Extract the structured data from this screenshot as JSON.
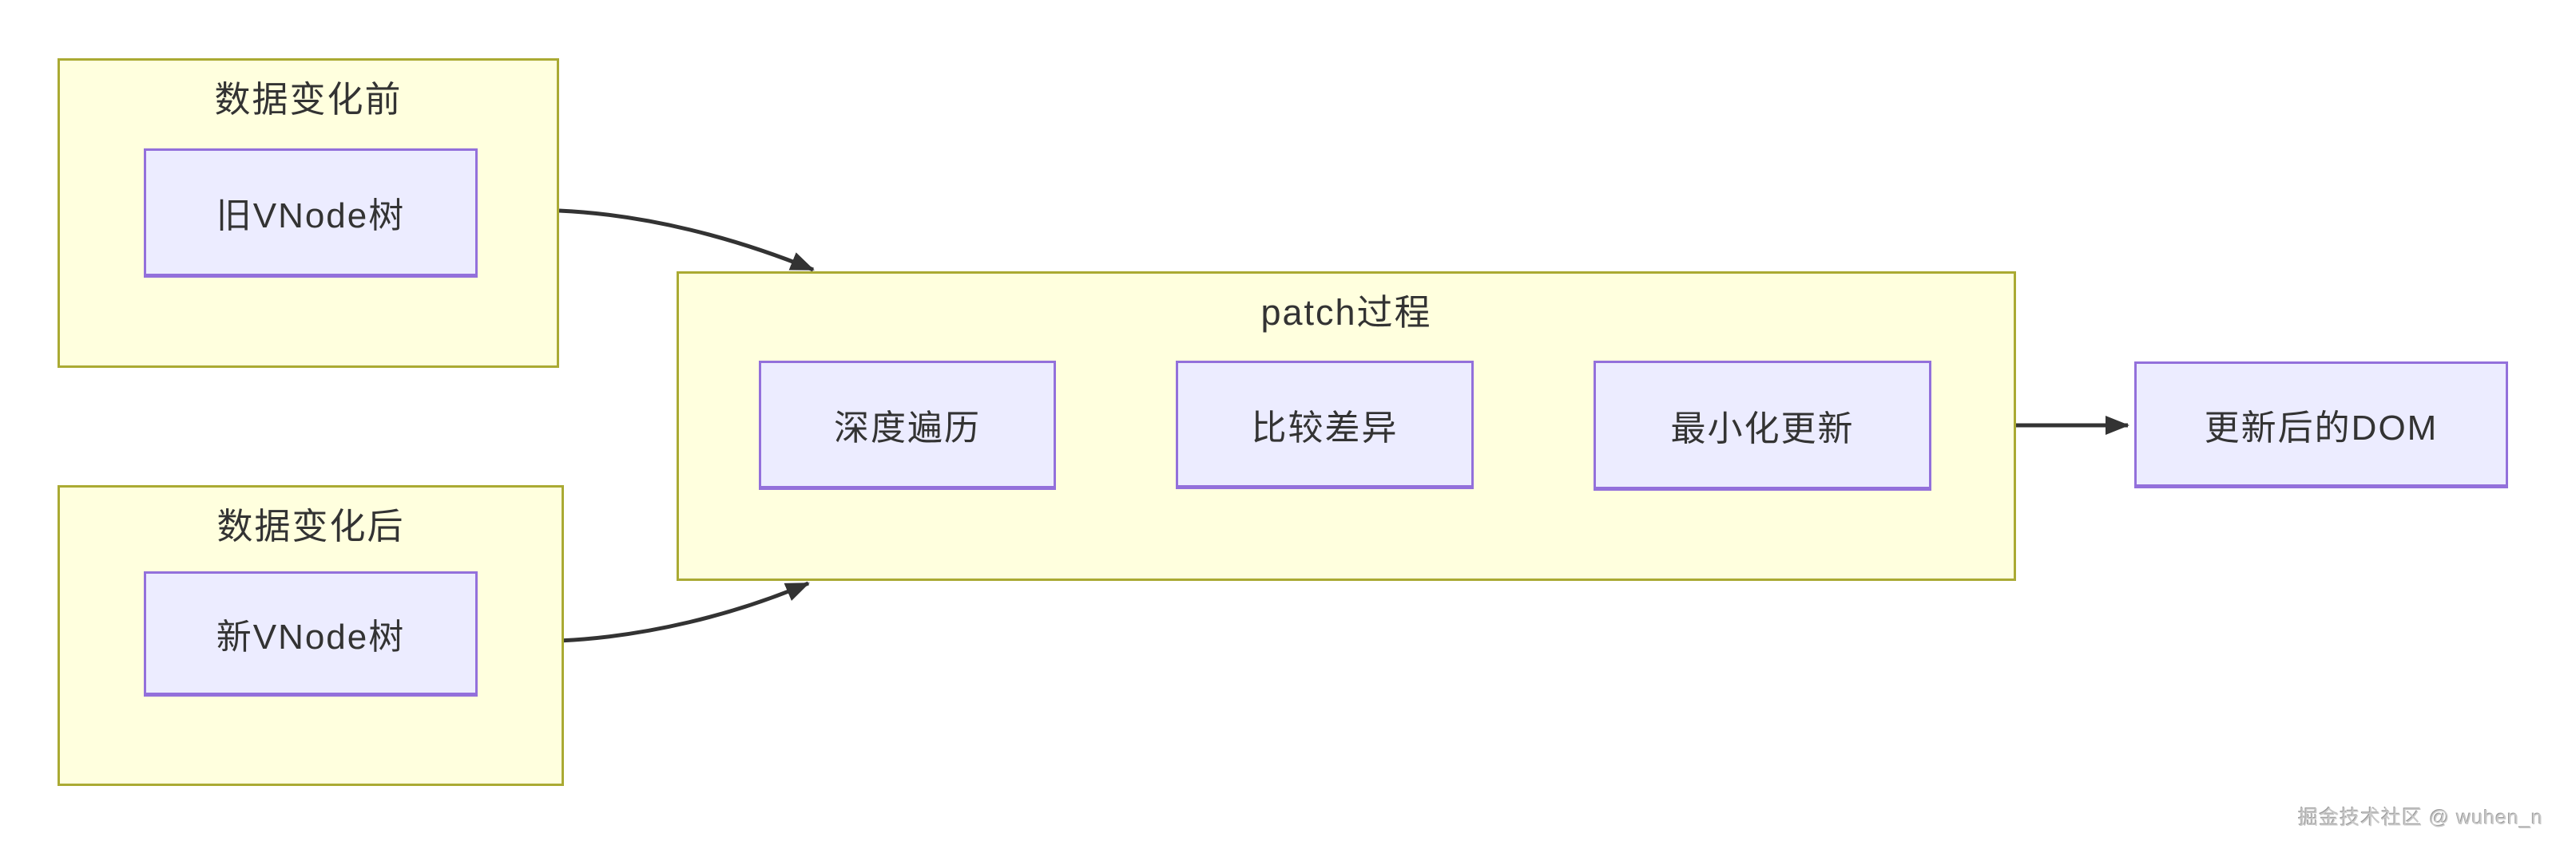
{
  "diagram": {
    "clusters": {
      "before": {
        "title": "数据变化前",
        "node_label": "旧VNode树"
      },
      "after": {
        "title": "数据变化后",
        "node_label": "新VNode树"
      },
      "patch": {
        "title": "patch过程",
        "steps": [
          "深度遍历",
          "比较差异",
          "最小化更新"
        ]
      }
    },
    "output_node": {
      "label": "更新后的DOM"
    },
    "edges": [
      {
        "from": "数据变化前",
        "to": "patch过程"
      },
      {
        "from": "数据变化后",
        "to": "patch过程"
      },
      {
        "from": "patch过程",
        "to": "更新后的DOM"
      }
    ],
    "colors": {
      "background": "#ffffff",
      "cluster_fill": "#ffffde",
      "cluster_border": "#aaaa33",
      "node_fill": "#ececff",
      "node_border": "#9370db",
      "edge": "#333333",
      "text": "#333333",
      "watermark": "#c9c9c9"
    }
  },
  "watermark": {
    "text": "掘金技术社区 @ wuhen_n"
  }
}
